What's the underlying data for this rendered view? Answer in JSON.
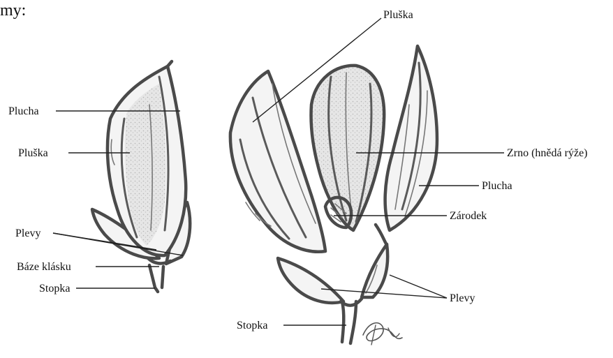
{
  "header_fragment": "my:",
  "labels": {
    "left_plucha": "Plucha",
    "left_pluska": "Pluška",
    "left_plevy": "Plevy",
    "left_baze": "Báze klásku",
    "left_stopka": "Stopka",
    "right_pluska": "Pluška",
    "right_zrno": "Zrno (hnědá rýže)",
    "right_plucha": "Plucha",
    "right_zarodek": "Zárodek",
    "right_plevy": "Plevy",
    "right_stopka": "Stopka"
  }
}
